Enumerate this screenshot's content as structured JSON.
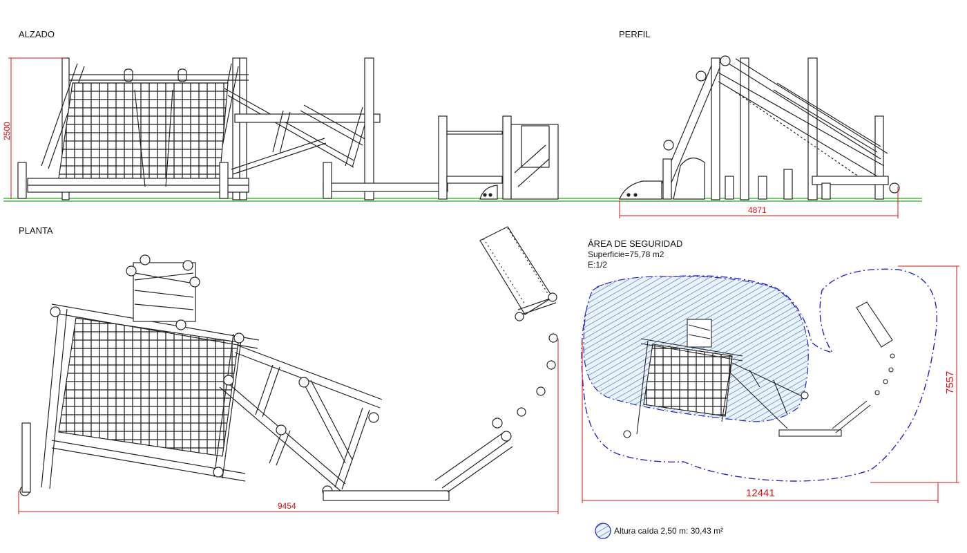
{
  "views": {
    "elevation": {
      "title": "ALZADO",
      "height_dim": "2500"
    },
    "profile": {
      "title": "PERFIL",
      "width_dim": "4871"
    },
    "plan": {
      "title": "PLANTA",
      "width_dim": "9454"
    },
    "safety": {
      "title": "ÁREA DE SEGURIDAD",
      "surface": "Superficie=75,78 m2",
      "scale": "E:1/2",
      "width_dim": "12441",
      "height_dim": "7557"
    }
  },
  "legend": {
    "label": "Altura caída 2,50 m: 30,43 m²"
  },
  "colors": {
    "line": "#222222",
    "dimension": "#d11111",
    "ground": "#22aa22",
    "hatch": "#3a78b8",
    "boundary": "#2222cc"
  }
}
